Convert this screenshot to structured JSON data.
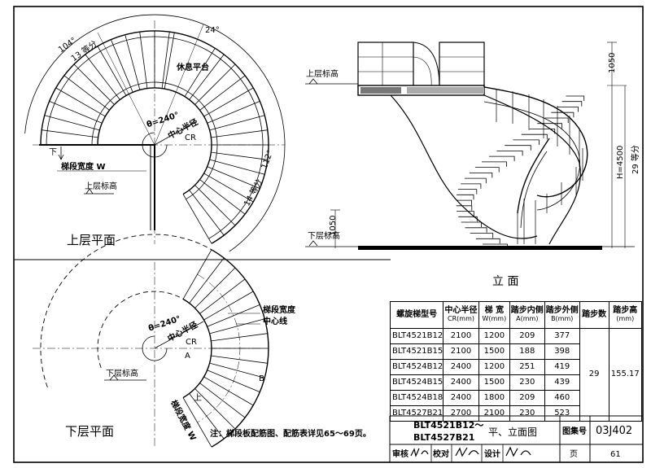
{
  "upper_plan": {
    "title": "上层平面",
    "dim_104": "104°",
    "steps_13": "13 等分",
    "dim_24": "24°",
    "landing": "休息平台",
    "theta": "θ=240°",
    "center_radius": "中心半径",
    "cr": "CR",
    "dim_14": "14 等分",
    "dim_112": "112°",
    "down": "下",
    "flight_width": "梯段宽度 W",
    "upper_level": "上层标高"
  },
  "elevation": {
    "title": "立 面",
    "upper_level": "上层标高",
    "lower_level": "下层标高",
    "dim_1050_top": "1050",
    "dim_1050_bottom": "1050",
    "height": "H=4500",
    "steps_29": "29 等分"
  },
  "lower_plan": {
    "title": "下层平面",
    "theta": "θ=240°",
    "center_radius": "中心半径",
    "cr": "CR",
    "flight_width": "梯段宽度",
    "centerline": "中心线",
    "lower_level": "下层标高",
    "dim_a": "A",
    "dim_b": "B",
    "up": "上",
    "flight_width_w": "梯段宽度 W"
  },
  "table": {
    "headers": {
      "model": "螺旋梯型号",
      "cr": "中心半径",
      "cr_unit": "CR(mm)",
      "w": "梯 宽",
      "w_unit": "W(mm)",
      "a": "踏步内侧",
      "a_unit": "A(mm)",
      "b": "踏步外侧",
      "b_unit": "B(mm)",
      "steps": "踏步数",
      "rise": "踏步高",
      "rise_unit": "(mm)"
    },
    "rows": [
      {
        "model": "BLT4521B12",
        "cr": "2100",
        "w": "1200",
        "a": "209",
        "b": "377"
      },
      {
        "model": "BLT4521B15",
        "cr": "2100",
        "w": "1500",
        "a": "188",
        "b": "398"
      },
      {
        "model": "BLT4524B12",
        "cr": "2400",
        "w": "1200",
        "a": "251",
        "b": "419"
      },
      {
        "model": "BLT4524B15",
        "cr": "2400",
        "w": "1500",
        "a": "230",
        "b": "439"
      },
      {
        "model": "BLT4524B18",
        "cr": "2400",
        "w": "1800",
        "a": "209",
        "b": "460"
      },
      {
        "model": "BLT4527B21",
        "cr": "2700",
        "w": "2100",
        "a": "230",
        "b": "523"
      }
    ],
    "steps_value": "29",
    "rise_value": "155.17"
  },
  "note": "注：梯段板配筋图、配筋表详见65～69页。",
  "title_block": {
    "drawing_title_1": "BLT4521B12～",
    "drawing_title_2": "BLT4527B21",
    "drawing_name": "平、立面图",
    "atlas_label": "图集号",
    "atlas_no": "03J402",
    "review_label": "审核",
    "check_label": "校对",
    "design_label": "设计",
    "page_label": "页",
    "page_no": "61"
  }
}
